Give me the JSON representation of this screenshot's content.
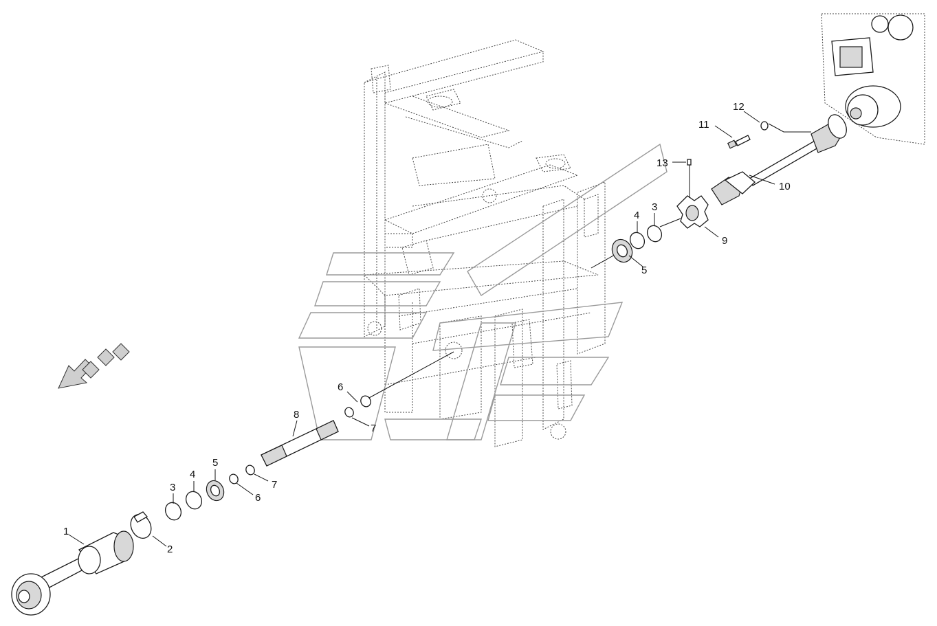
{
  "callouts": {
    "c1": "1",
    "c2": "2",
    "c3a": "3",
    "c3b": "3",
    "c4a": "4",
    "c4b": "4",
    "c5a": "5",
    "c5b": "5",
    "c6a": "6",
    "c6b": "6",
    "c7a": "7",
    "c7b": "7",
    "c8": "8",
    "c9": "9",
    "c10": "10",
    "c11": "11",
    "c12": "12",
    "c13": "13"
  },
  "colors": {
    "line": "#1a1a1a",
    "frame": "#444444",
    "shade": "#d8d8d8",
    "watermark": "#9a9a9a"
  },
  "icons": {
    "direction_arrow": "direction-arrow-icon"
  }
}
